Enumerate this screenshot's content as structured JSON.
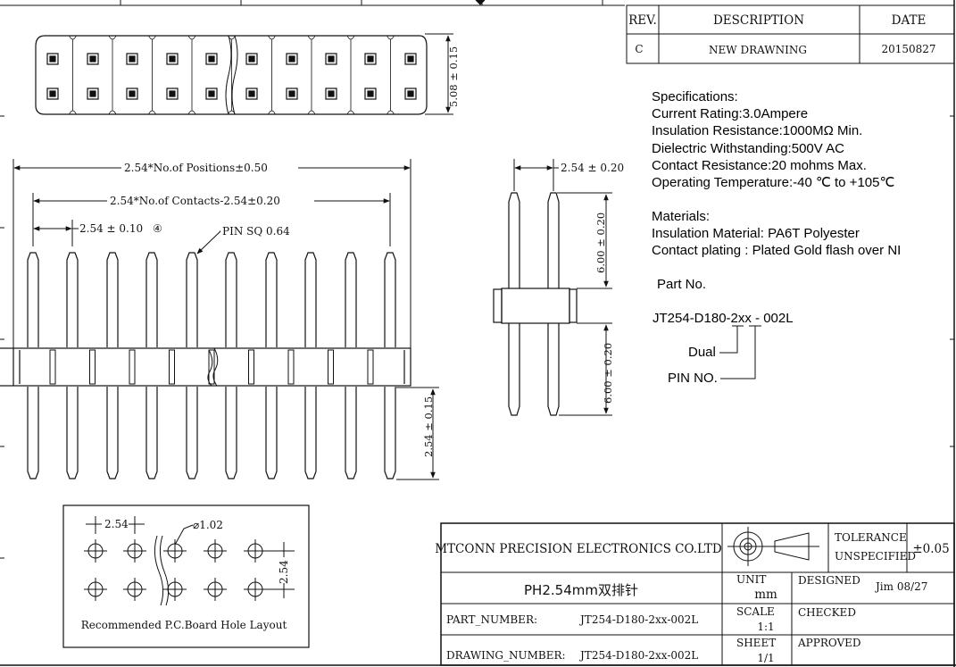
{
  "revision_table": {
    "headers": [
      "REV.",
      "DESCRIPTION",
      "DATE"
    ],
    "rows": [
      [
        "C",
        "NEW DRAWNING",
        "20150827"
      ]
    ]
  },
  "specifications": {
    "heading": "Specifications:",
    "lines": [
      "Current Rating:3.0Ampere",
      "Insulation Resistance:1000MΩ  Min.",
      "Dielectric Withstanding:500V  AC",
      "Contact Resistance:20  mohms Max.",
      "Operating Temperature:-40 ℃  to +105℃"
    ]
  },
  "materials": {
    "heading": "Materials:",
    "lines": [
      "Insulation Material: PA6T Polyester",
      "Contact plating  :  Plated    Gold flash over NI"
    ]
  },
  "part_number_section": {
    "heading": "Part No.",
    "code": "JT254-D180-2xx - 002L",
    "callout_dual": "Dual",
    "callout_pin_no": "PIN NO."
  },
  "dimensions": {
    "header_height": "5.08 ± 0.15",
    "positions_length": "2.54*No.of Positions±0.50",
    "contacts_length": "2.54*No.of Contacts-2.54±0.20",
    "pitch": "2.54 ± 0.10",
    "pitch_note": "④",
    "pin_square": "PIN SQ 0.64",
    "row_pitch": "2.54 ± 0.20",
    "upper_pin": "6.00 ± 0.20",
    "lower_pin": "6.00 ± 0.20",
    "tail_length": "2.54 ± 0.15"
  },
  "pcb_layout": {
    "pitch_x": "2.54",
    "pitch_y": "2.54",
    "hole_diameter": "⌀1.02",
    "caption": "Recommended P.C.Board Hole Layout"
  },
  "title_block": {
    "company": "MTCONN PRECISION ELECTRONICS CO.LTD",
    "tolerance_label_1": "TOLERANCE",
    "tolerance_label_2": "UNSPECIFIED",
    "tolerance_value": "±0.05",
    "product_title": "PH2.54mm双排针",
    "unit_label": "UNIT",
    "unit_value": "mm",
    "designed_label": "DESIGNED",
    "designed_value": "Jim 08/27",
    "part_number_label": "PART_NUMBER:",
    "part_number_value": "JT254-D180-2xx-002L",
    "scale_label": "SCALE",
    "scale_value": "1:1",
    "checked_label": "CHECKED",
    "drawing_number_label": "DRAWING_NUMBER:",
    "drawing_number_value": "JT254-D180-2xx-002L",
    "sheet_label": "SHEET",
    "sheet_value": "1/1",
    "approved_label": "APPROVED"
  }
}
